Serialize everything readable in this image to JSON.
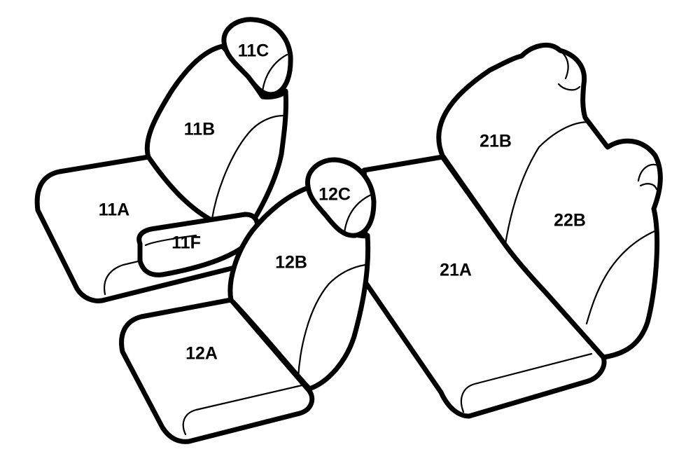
{
  "labels": {
    "p11A": "11A",
    "p11B": "11B",
    "p11C": "11C",
    "p11F": "11F",
    "p12A": "12A",
    "p12B": "12B",
    "p12C": "12C",
    "p21A": "21A",
    "p21B": "21B",
    "p22B": "22B"
  }
}
